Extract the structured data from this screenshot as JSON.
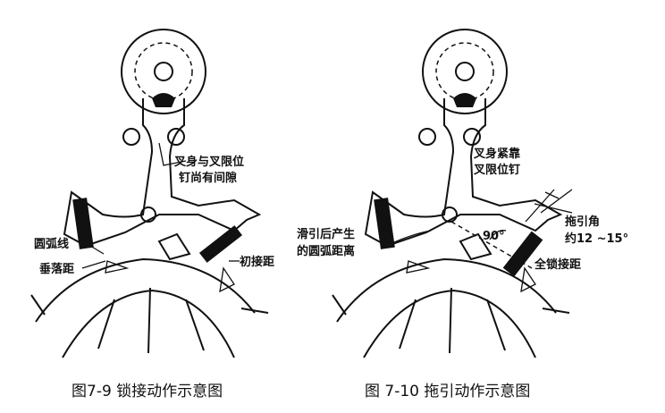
{
  "figure_left": {
    "labels": {
      "fork_gap_line1": "叉身与叉限位",
      "fork_gap_line2": "钉尚有间隙",
      "arc_line": "圆弧线",
      "drop_distance": "垂落距",
      "initial_lock": "初接距"
    },
    "caption": "图7-9  锁接动作示意图"
  },
  "figure_right": {
    "labels": {
      "fork_contact_line1": "叉身紧靠",
      "fork_contact_line2": "叉限位钉",
      "slide_arc_line1": "滑引后产生",
      "slide_arc_line2": "的圆弧距离",
      "angle_90": "90°",
      "draw_angle_line1": "拖引角",
      "draw_angle_line2": "约12 ~15°",
      "full_lock": "全锁接距"
    },
    "caption": "图 7-10   拖引动作示意图"
  }
}
